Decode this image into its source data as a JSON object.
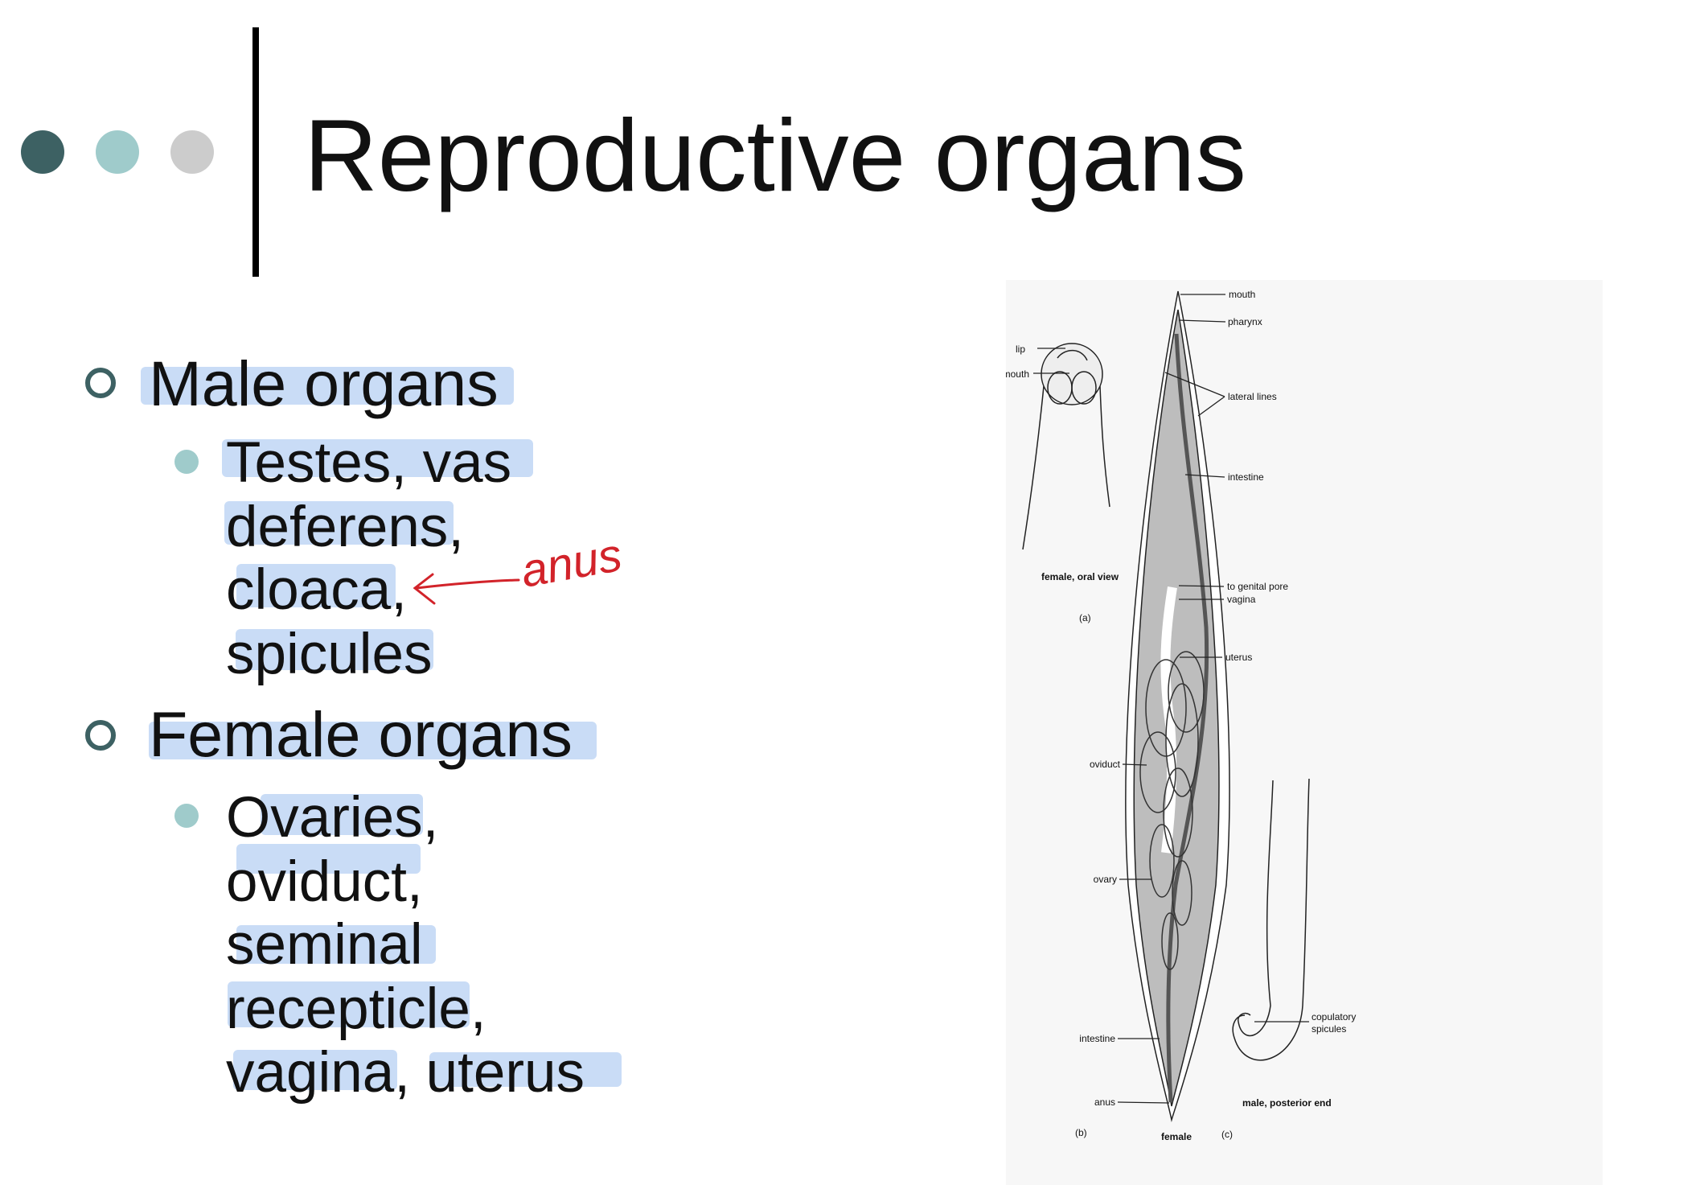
{
  "slide": {
    "title": "Reproductive organs",
    "decor_dot_colors": [
      "#3d6163",
      "#9fcbcb",
      "#cccccc"
    ],
    "highlight_color": "#a0c3f0",
    "bullets": [
      {
        "label": "Male organs",
        "sub_lines": [
          "Testes, vas",
          "deferens,",
          "cloaca,",
          "spicules"
        ]
      },
      {
        "label": "Female organs",
        "sub_lines": [
          "Ovaries,",
          "oviduct,",
          "seminal",
          "recepticle,",
          "vagina, uterus"
        ]
      }
    ],
    "annotation": {
      "text": "anus",
      "color": "#d2232a"
    }
  },
  "figure": {
    "a": {
      "labels": {
        "lip": "lip",
        "mouth": "mouth"
      },
      "caption": "female, oral view",
      "panel": "(a)"
    },
    "b": {
      "labels": {
        "mouth": "mouth",
        "pharynx": "pharynx",
        "lateral_lines": "lateral lines",
        "intestine_top": "intestine",
        "genital_pore": "to genital pore",
        "vagina": "vagina",
        "uterus": "uterus",
        "oviduct": "oviduct",
        "ovary": "ovary",
        "intestine_bottom": "intestine",
        "anus": "anus"
      },
      "caption": "female",
      "panel": "(b)"
    },
    "c": {
      "labels": {
        "spicules_1": "copulatory",
        "spicules_2": "spicules"
      },
      "caption": "male, posterior end",
      "panel": "(c)"
    }
  }
}
